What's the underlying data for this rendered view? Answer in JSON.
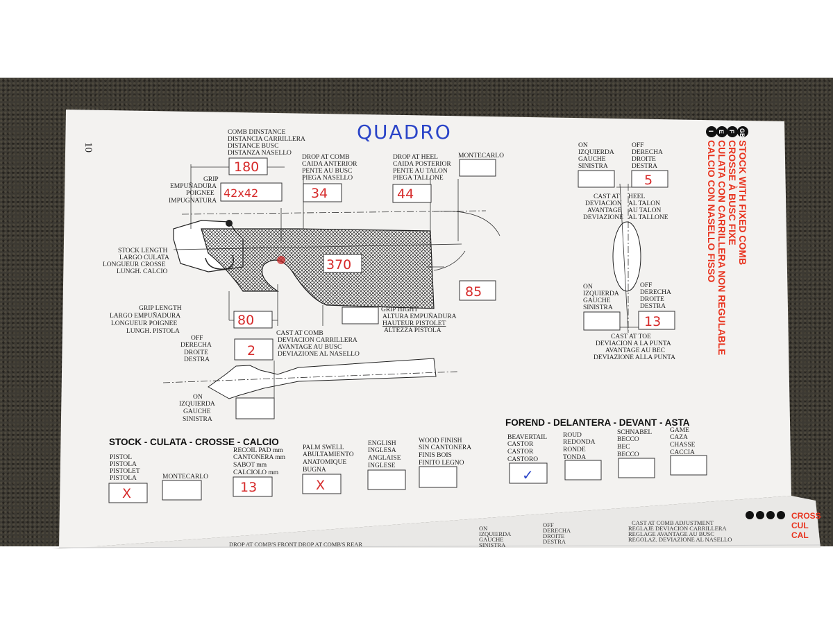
{
  "page_number": "10",
  "handwritten_title": "QUADRO",
  "title_block": {
    "lang_badges": [
      "GB",
      "F",
      "E",
      "I"
    ],
    "lines": [
      "STOCK WITH FIXED COMB",
      "CROSSE À BUSC FIXE",
      "CULATA CON CARRILLERA NON REGULABLE",
      "CALCIO CON NASELLO FISSO"
    ]
  },
  "labels": {
    "comb_distance": [
      "COMB DINSTANCE",
      "DISTANCIA CARRILLERA",
      "DISTANCE BUSC",
      "DISTANZA NASELLO"
    ],
    "drop_at_comb": [
      "DROP AT COMB",
      "CAIDA ANTERIOR",
      "PENTE AU BUSC",
      "PIEGA NASELLO"
    ],
    "drop_at_heel": [
      "DROP AT HEEL",
      "CAIDA POSTERIOR",
      "PENTE AU TALON",
      "PIEGA TALLONE"
    ],
    "montecarlo_top": "MONTECARLO",
    "grip": [
      "GRIP",
      "EMPUÑADURA",
      "POIGNEE",
      "IMPUGNATURA"
    ],
    "stock_length": [
      "STOCK LENGTH",
      "LARGO CULATA",
      "LONGUEUR CROSSE",
      "LUNGH. CALCIO"
    ],
    "grip_length": [
      "GRIP LENGTH",
      "LARGO EMPUÑADURA",
      "LONGUEUR POIGNEE",
      "LUNGH. PISTOLA"
    ],
    "grip_hight": [
      "GRIP HIGHT",
      "ALTURA EMPUÑADURA",
      "HAUTEUR PISTOLET",
      "ALTEZZA PISTOLA"
    ],
    "off_left": [
      "OFF",
      "DERECHA",
      "DROITE",
      "DESTRA"
    ],
    "cast_at_comb": [
      "CAST AT COMB",
      "DEVIACION CARRILLERA",
      "AVANTAGE AU BUSC",
      "DEVIAZIONE AL NASELLO"
    ],
    "on_left": [
      "ON",
      "IZQUIERDA",
      "GAUCHE",
      "SINISTRA"
    ],
    "on_top_right": [
      "ON",
      "IZQUIERDA",
      "GAUCHE",
      "SINISTRA"
    ],
    "off_top_right": [
      "OFF",
      "DERECHA",
      "DROITE",
      "DESTRA"
    ],
    "cast_at_heel": [
      "CAST AT",
      "DEVIACION",
      "AVANTAGE",
      "DEVIAZIONE"
    ],
    "heel": [
      "HEEL",
      "AL TALON",
      "AU TALON",
      "AL TALLONE"
    ],
    "on_mid_right": [
      "ON",
      "IZQUIERDA",
      "GAUCHE",
      "SINISTRA"
    ],
    "off_mid_right": [
      "OFF",
      "DERECHA",
      "DROITE",
      "DESTRA"
    ],
    "cast_at_toe": [
      "CAST AT TOE",
      "DEVIACION A LA PUNTA",
      "AVANTAGE AU BEC",
      "DEVIAZIONE ALLA PUNTA"
    ]
  },
  "values": {
    "comb_distance": "180",
    "grip": "42x42",
    "drop_at_comb": "34",
    "drop_at_heel": "44",
    "stock_length": "370",
    "pitch": "85",
    "grip_length": "80",
    "cast_off_comb": "2",
    "cast_off_heel": "5",
    "cast_off_toe": "13"
  },
  "stock_section": {
    "heading": "STOCK - CULATA - CROSSE - CALCIO",
    "options": [
      {
        "lines": [
          "PISTOL",
          "PISTOLA",
          "PISTOLET",
          "PISTOLA"
        ],
        "mark": "X"
      },
      {
        "lines": [
          "MONTECARLO"
        ],
        "mark": ""
      },
      {
        "lines": [
          "RECOIL PAD mm",
          "CANTONERA mm",
          "SABOT mm",
          "CALCIOLO mm"
        ],
        "mark": "13"
      },
      {
        "lines": [
          "PALM SWELL",
          "ABULTAMIENTO",
          "ANATOMIQUE",
          "BUGNA"
        ],
        "mark": "X"
      },
      {
        "lines": [
          "ENGLISH",
          "INGLESA",
          "ANGLAISE",
          "INGLESE"
        ],
        "mark": ""
      },
      {
        "lines": [
          "WOOD FINISH",
          "SIN CANTONERA",
          "FINIS BOIS",
          "FINITO LEGNO"
        ],
        "mark": ""
      }
    ]
  },
  "forend_section": {
    "heading": "FOREND - DELANTERA - DEVANT - ASTA",
    "options": [
      {
        "lines": [
          "BEAVERTAIL",
          "CASTOR",
          "CASTOR",
          "CASTORO"
        ],
        "mark": "✓"
      },
      {
        "lines": [
          "ROUD",
          "REDONDA",
          "RONDE",
          "TONDA"
        ],
        "mark": ""
      },
      {
        "lines": [
          "SCHNABEL",
          "BECCO",
          "BEC",
          "BECCO"
        ],
        "mark": ""
      },
      {
        "lines": [
          "GAME",
          "CAZA",
          "CHASSE",
          "CACCIA"
        ],
        "mark": ""
      }
    ]
  },
  "next_page": {
    "on": [
      "ON",
      "IZQUIERDA",
      "GAUCHE",
      "SINISTRA"
    ],
    "off": [
      "OFF",
      "DERECHA",
      "DROITE",
      "DESTRA"
    ],
    "cast_adj": [
      "CAST AT COMB ADJUSTMENT",
      "REGLAJE DEVIACION CARRILLERA",
      "REGLAGE AVANTAGE AU BUSC",
      "REGOLAZ. DEVIAZIONE AL NASELLO"
    ],
    "drop_front": "DROP AT COMB'S FRONT  DROP AT COMB'S REAR",
    "title_fragment": [
      "CROSS",
      "CUL",
      "CAL"
    ]
  },
  "colors": {
    "hand_red": "#d62a2a",
    "hand_blue": "#2a44c8",
    "title_red": "#e8341f",
    "fabric": "#3d3a33"
  }
}
